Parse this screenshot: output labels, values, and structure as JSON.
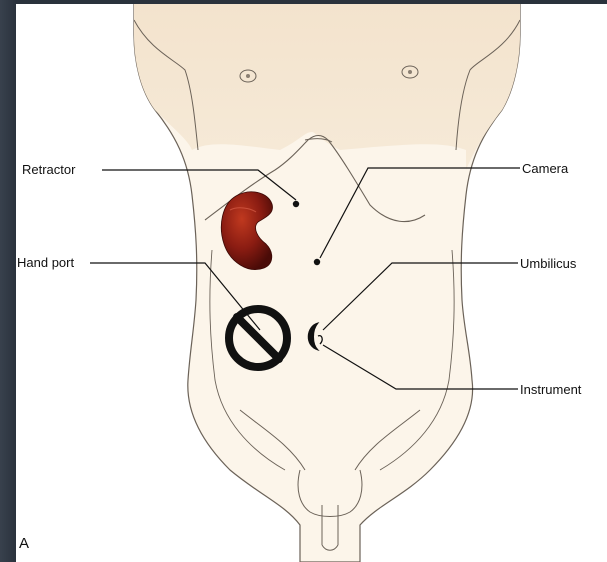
{
  "figure": {
    "panel_letter": "A",
    "colors": {
      "background": "#2c3440",
      "skin": "#fcf5ea",
      "skin_shadow": "#f1e1cc",
      "outline": "#6b6258",
      "kidney": "#8a1c12",
      "leader": "#111111"
    }
  },
  "labels": {
    "retractor": "Retractor",
    "camera": "Camera",
    "hand_port": "Hand port",
    "umbilicus": "Umbilicus",
    "instrument": "Instrument"
  },
  "icons": {
    "kidney": "kidney-icon",
    "hand_port": "no-symbol-icon"
  }
}
